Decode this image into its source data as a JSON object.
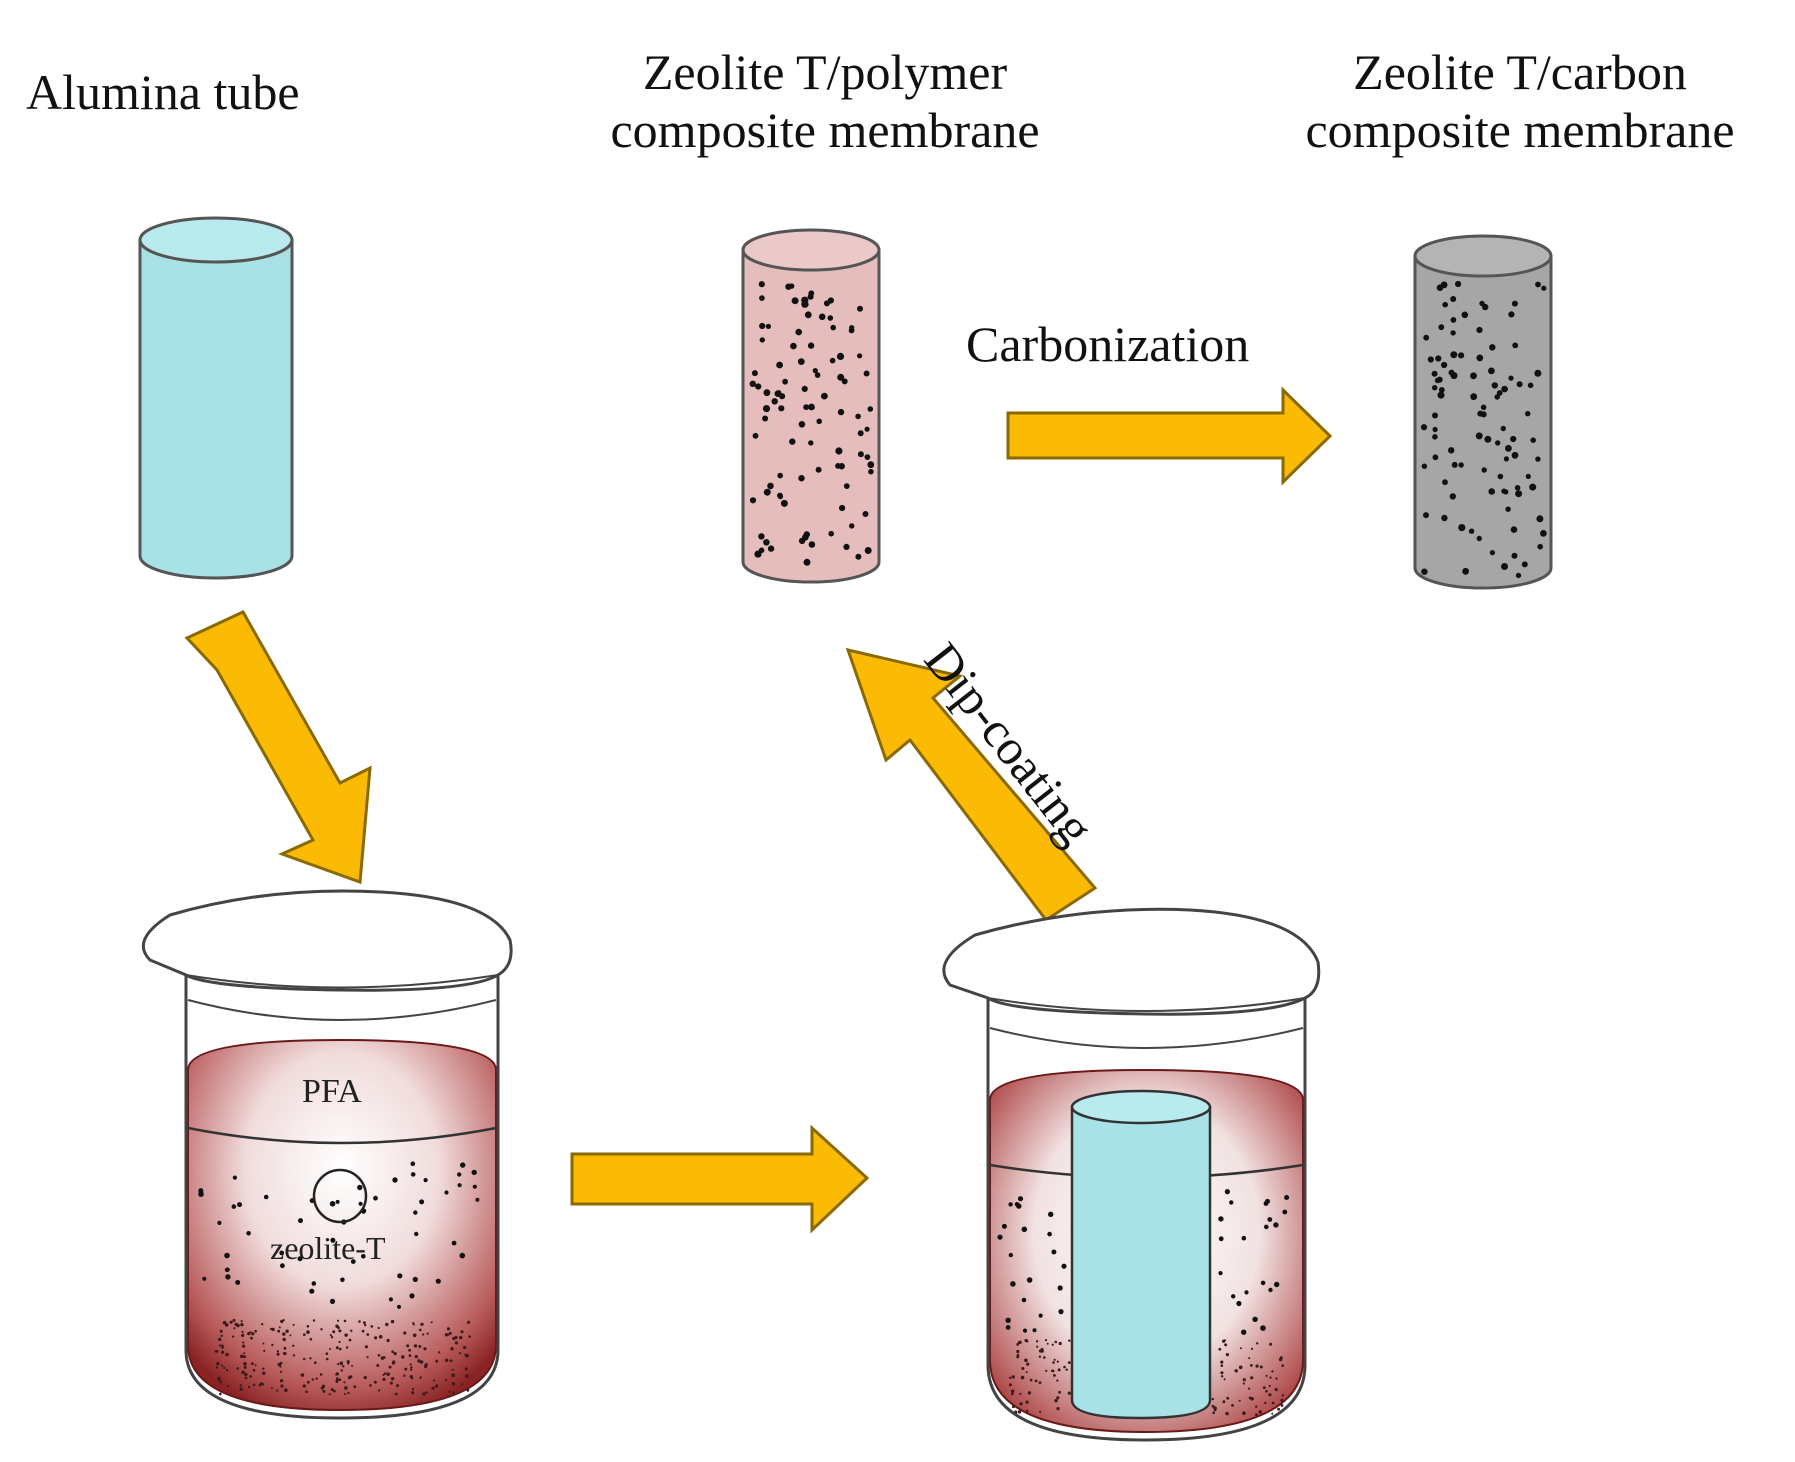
{
  "labels": {
    "alumina_tube": "Alumina tube",
    "polymer_membrane_line1": "Zeolite T/polymer",
    "polymer_membrane_line2": "composite membrane",
    "carbon_membrane_line1": "Zeolite T/carbon",
    "carbon_membrane_line2": "composite membrane",
    "carbonization": "Carbonization",
    "dip_coating": "Dip-coating",
    "pfa": "PFA",
    "zeolite_t": "zeolite-T"
  },
  "colors": {
    "arrow_fill": "#fbbb05",
    "arrow_stroke": "#8a6a00",
    "alumina": "#a9e2e6",
    "polymer_membrane": "#e6bdbd",
    "carbon_membrane": "#a6a6a6",
    "solution_dark": "#8e2a2a",
    "solution_light": "#f3e6e6"
  }
}
